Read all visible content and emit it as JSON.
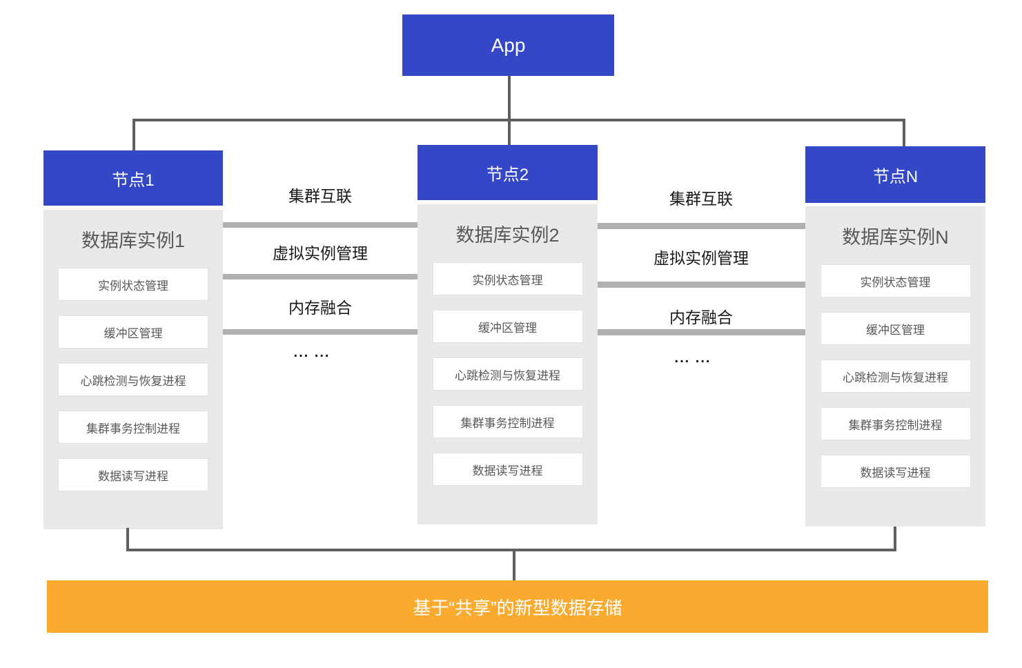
{
  "colors": {
    "node_blue": "#3347c7",
    "storage_orange": "#fbaa30",
    "node_body_gray": "#eae9e9",
    "link_bar_gray": "#b1b0b0",
    "connector_gray": "#5f5f5f"
  },
  "app": {
    "label": "App"
  },
  "nodes": [
    {
      "title": "节点1",
      "instance": "数据库实例1",
      "items": [
        "实例状态管理",
        "缓冲区管理",
        "心跳检测与恢复进程",
        "集群事务控制进程",
        "数据读写进程"
      ]
    },
    {
      "title": "节点2",
      "instance": "数据库实例2",
      "items": [
        "实例状态管理",
        "缓冲区管理",
        "心跳检测与恢复进程",
        "集群事务控制进程",
        "数据读写进程"
      ]
    },
    {
      "title": "节点N",
      "instance": "数据库实例N",
      "items": [
        "实例状态管理",
        "缓冲区管理",
        "心跳检测与恢复进程",
        "集群事务控制进程",
        "数据读写进程"
      ]
    }
  ],
  "links": {
    "labels": [
      "集群互联",
      "虚拟实例管理",
      "内存融合",
      "... ..."
    ]
  },
  "storage": {
    "label": "基于“共享”的新型数据存储"
  }
}
